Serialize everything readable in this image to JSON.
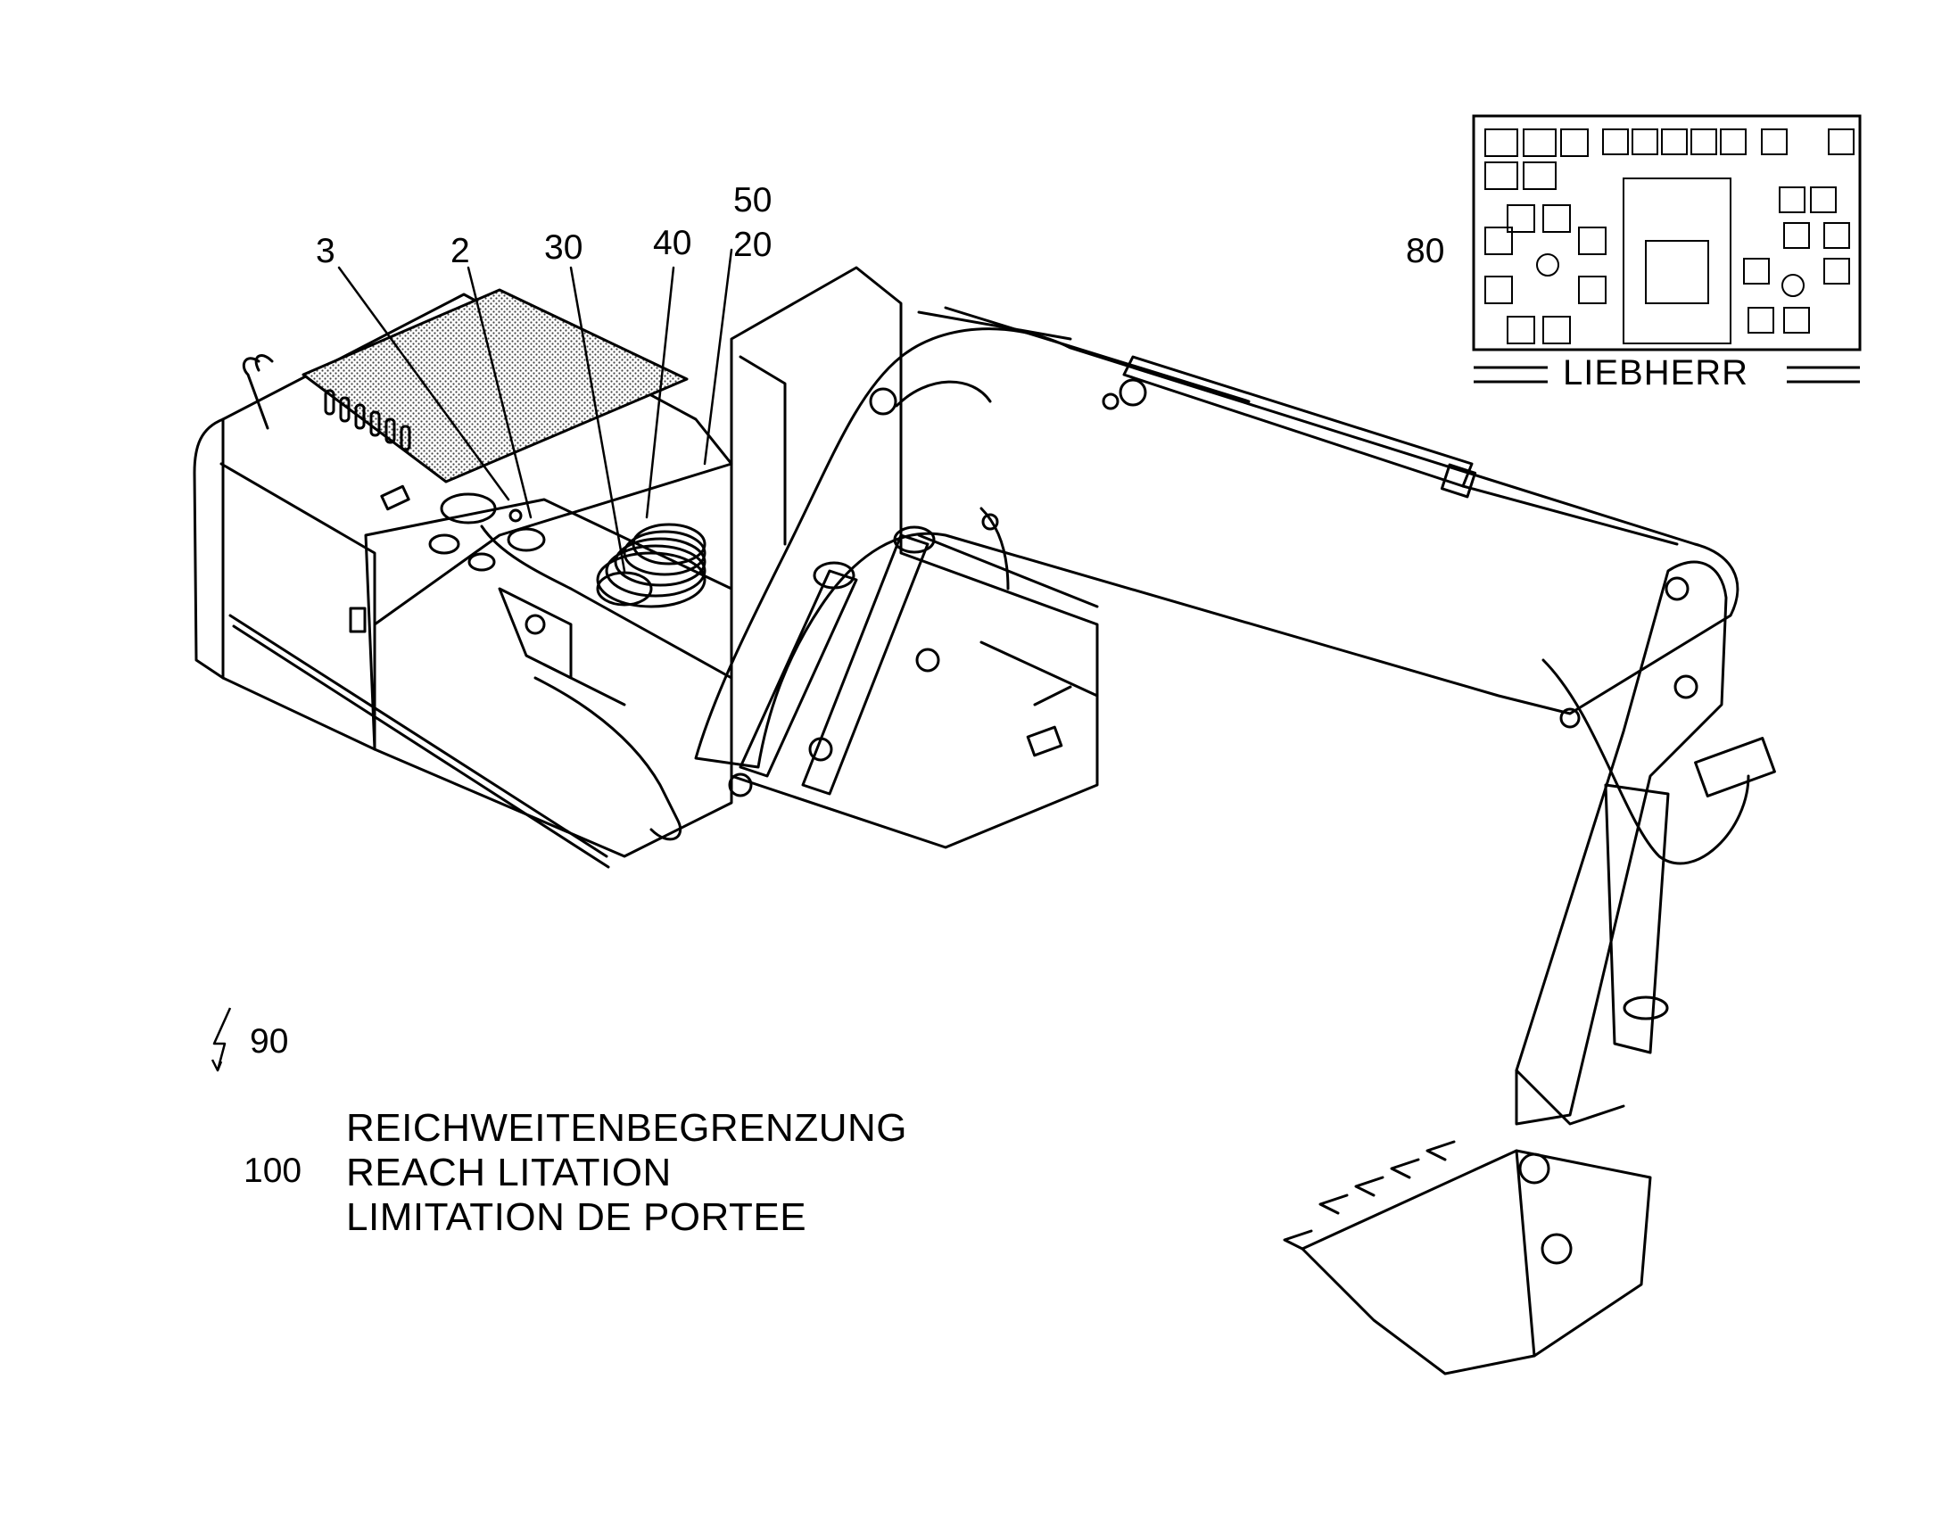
{
  "callouts": {
    "c3": "3",
    "c2": "2",
    "c30": "30",
    "c40": "40",
    "c50": "50",
    "c20": "20",
    "c80": "80",
    "c90": "90",
    "c100": "100"
  },
  "warning_text": {
    "line_de": "REICHWEITENBEGRENZUNG",
    "line_en": "REACH LITATION",
    "line_fr": "LIMITATION DE PORTEE"
  },
  "decal": {
    "brand": "LIEBHERR"
  },
  "machine_logo": "LIEBHERR",
  "colors": {
    "ink": "#000000",
    "background": "#ffffff",
    "stipple": "#b8b8b8"
  },
  "icons": [
    "lightning-icon"
  ]
}
